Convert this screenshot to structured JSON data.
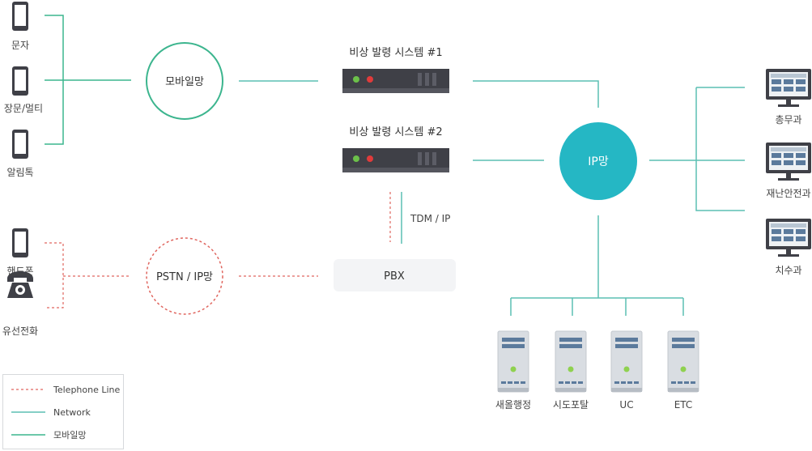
{
  "colors": {
    "network": "#5bbfb3",
    "mobile": "#3cb58e",
    "telephone": "#e0665f",
    "ip_hub": "#25b7c4",
    "server_dark": "#3f4047"
  },
  "phones": {
    "sms": "문자",
    "long_multi": "장문/멀티",
    "alimtalk": "알림톡",
    "handphone": "핸드폰",
    "wired_phone": "유선전화"
  },
  "nodes": {
    "mobile_net": "모바일망",
    "pstn_ip": "PSTN / IP망",
    "ip_net": "IP망",
    "pbx": "PBX",
    "tdm_ip": "TDM / IP",
    "system1": "비상 발령 시스템 #1",
    "system2": "비상 발령 시스템 #2"
  },
  "departments": {
    "general_affairs": "총무과",
    "disaster_safety": "재난안전과",
    "flood_control": "치수과"
  },
  "servers": [
    "새올행정",
    "시도포탈",
    "UC",
    "ETC"
  ],
  "legend": {
    "telephone": "Telephone Line",
    "network": "Network",
    "mobile": "모바일망"
  }
}
